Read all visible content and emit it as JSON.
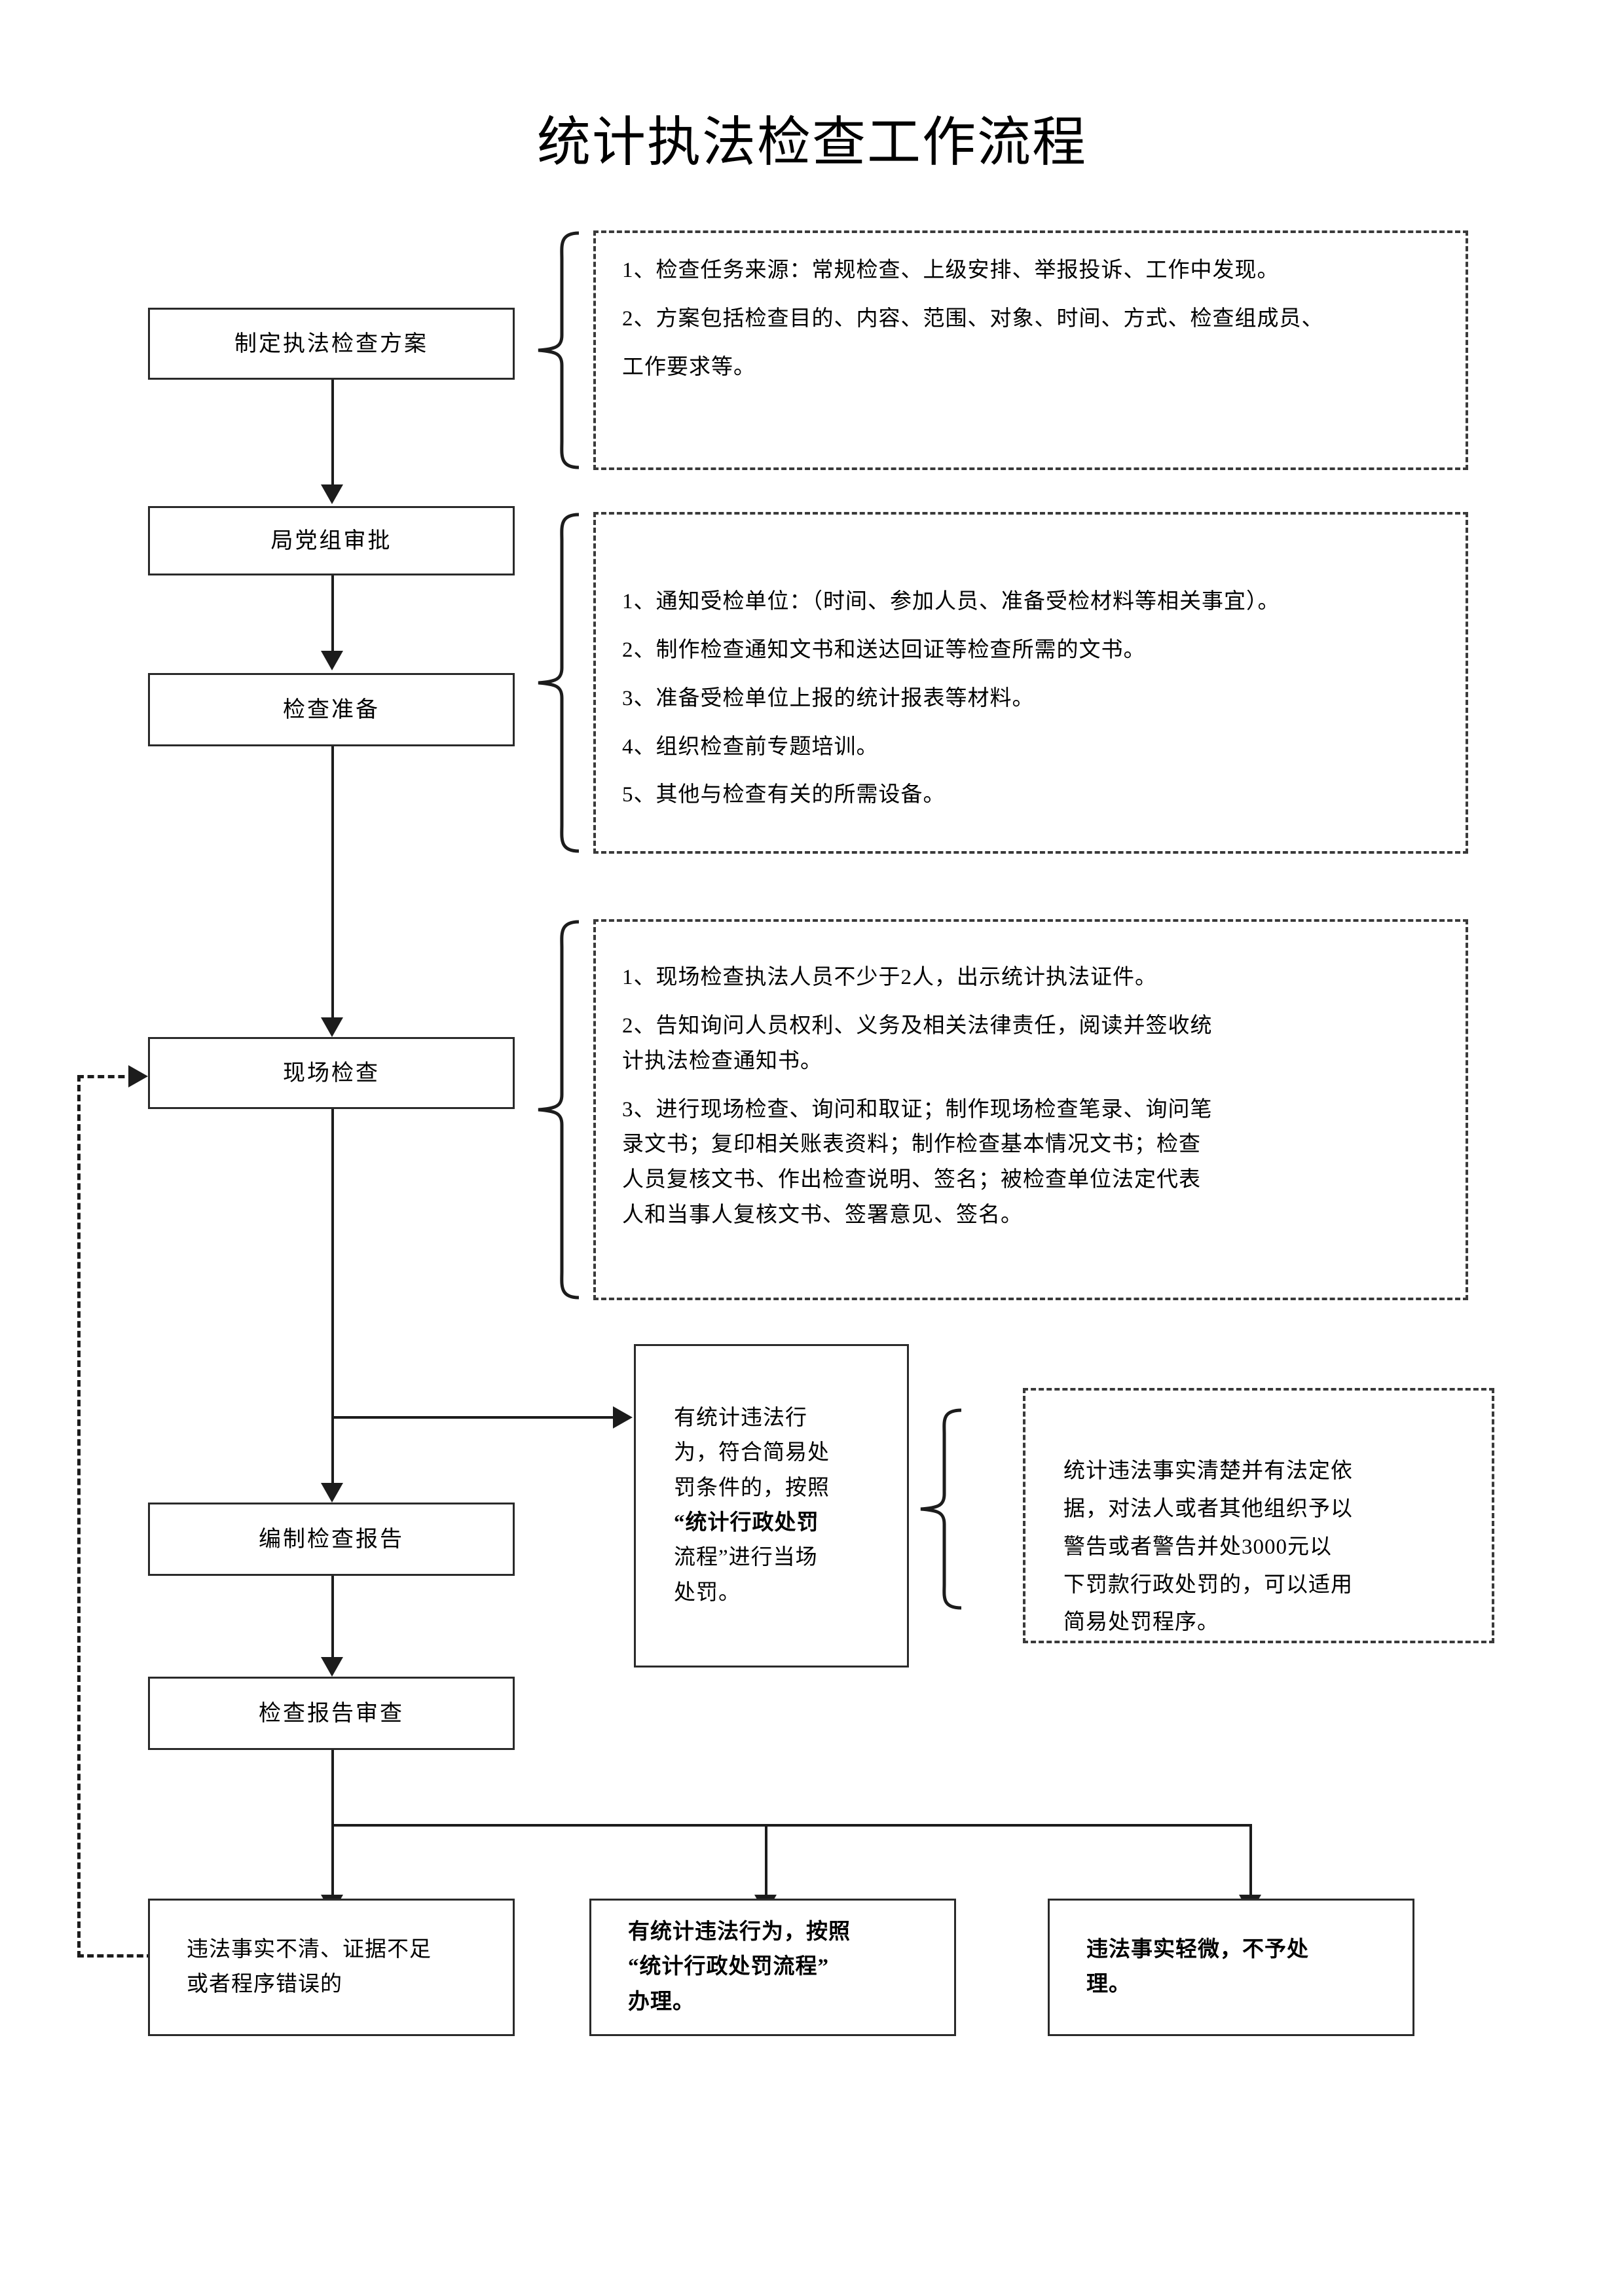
{
  "page": {
    "title": "统计执法检查工作流程"
  },
  "process_steps": [
    {
      "id": "plan",
      "label": "制定执法检查方案"
    },
    {
      "id": "party-approve",
      "label": "局党组审批"
    },
    {
      "id": "prepare",
      "label": "检查准备"
    },
    {
      "id": "onsite",
      "label": "现场检查"
    },
    {
      "id": "compile",
      "label": "编制检查报告"
    },
    {
      "id": "review",
      "label": "检查报告审查"
    }
  ],
  "callouts": [
    {
      "id": "plan-notes",
      "for": "制定执法检查方案",
      "lines": [
        "1、检查任务来源：常规检查、上级安排、举报投诉、工作中发现。",
        "2、方案包括检查目的、内容、范围、对象、时间、方式、检查组成员、",
        "工作要求等。"
      ]
    },
    {
      "id": "prepare-notes",
      "for": "检查准备",
      "lines": [
        "1、通知受检单位：（时间、参加人员、准备受检材料等相关事宜）。",
        "2、制作检查通知文书和送达回证等检查所需的文书。",
        "3、准备受检单位上报的统计报表等材料。",
        "4、组织检查前专题培训。",
        "5、其他与检查有关的所需设备。"
      ]
    },
    {
      "id": "onsite-notes",
      "for": "现场检查",
      "lines": [
        "1、现场检查执法人员不少于2人，出示统计执法证件。",
        "2、告知询问人员权利、义务及相关法律责任，阅读并签收统",
        "计执法检查通知书。",
        "3、进行现场检查、询问和取证；制作现场检查笔录、询问笔",
        "录文书；复印相关账表资料；制作检查基本情况文书；检查",
        "人员复核文书、作出检查说明、签名；被检查单位法定代表",
        "人和当事人复核文书、签署意见、签名。"
      ]
    },
    {
      "id": "simple-penalty-basis",
      "for": "有统计违法行为，符合简易处罚条件的",
      "lines": [
        "统计违法事实清楚并有法定依",
        "据，对法人或者其他组织予以",
        "警告或者警告并处3000元以",
        "下罚款行政处罚的，可以适用",
        "简易处罚程序。"
      ]
    }
  ],
  "branch_box": {
    "id": "simple-penalty",
    "lines": [
      {
        "text": "有统计违法行",
        "bold": false
      },
      {
        "text": "为，符合简易处",
        "bold": false
      },
      {
        "text": "罚条件的，按照",
        "bold": false
      },
      {
        "text": "“统计行政处罚",
        "bold": true
      },
      {
        "text": "流程”进行当场",
        "bold": false
      },
      {
        "text": "处罚。",
        "bold": false
      }
    ]
  },
  "outcome_boxes": [
    {
      "id": "outcome-unclear",
      "lines": [
        {
          "text": "违法事实不清、证据不足",
          "bold": false
        },
        {
          "text": "或者程序错误的",
          "bold": false
        }
      ]
    },
    {
      "id": "outcome-violation",
      "lines": [
        {
          "text": "有统计违法行为，按照",
          "bold": true
        },
        {
          "text": "“统计行政处罚流程”",
          "bold": true
        },
        {
          "text": "办理。",
          "bold": true
        }
      ]
    },
    {
      "id": "outcome-minor",
      "lines": [
        {
          "text": "违法事实轻微，不予处",
          "bold": true
        },
        {
          "text": "理。",
          "bold": true
        }
      ]
    }
  ],
  "colors": {
    "line": "#1c1c1c",
    "box_border": "#2a2a2a",
    "dash_border": "#3a3a3a",
    "background": "#ffffff"
  }
}
